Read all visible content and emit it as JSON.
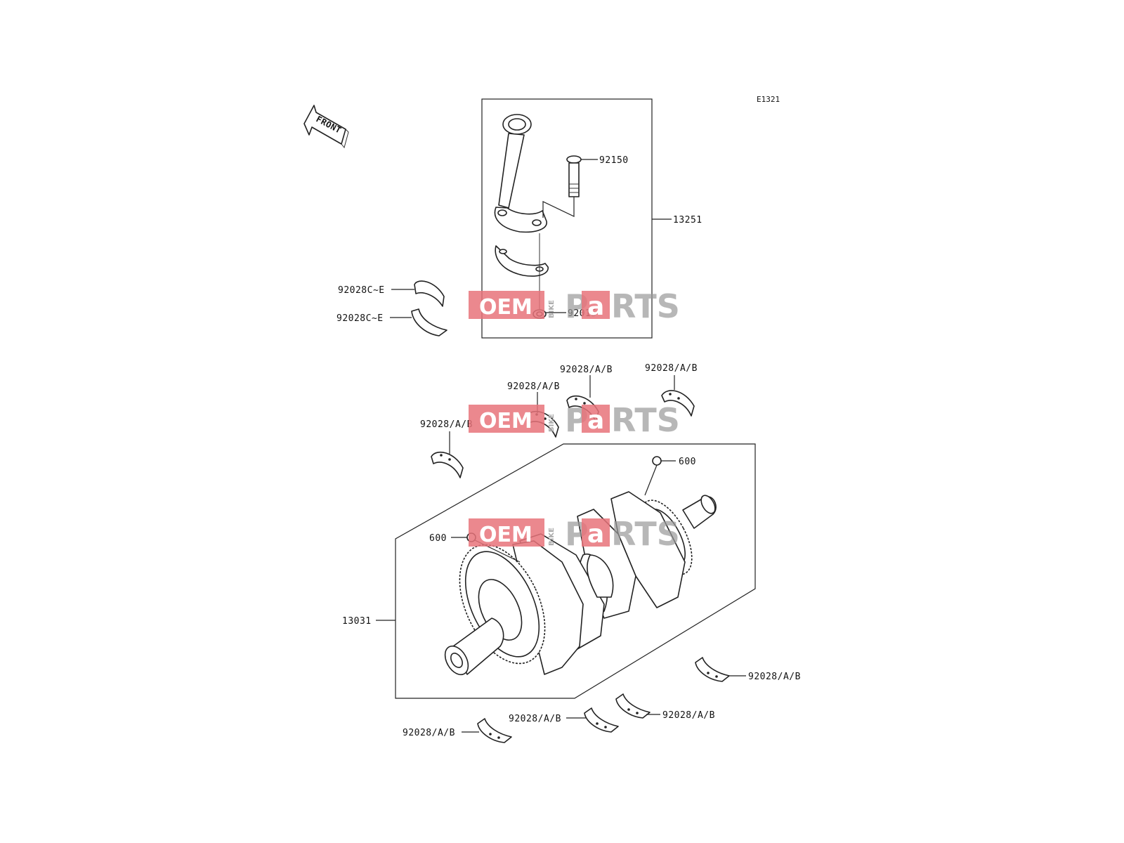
{
  "diagram": {
    "code": "E1321",
    "front_label": "FRONT",
    "labels": {
      "l13251": "13251",
      "l92150": "92150",
      "l92015": "92015",
      "l92028ce_a": "92028C~E",
      "l92028ce_b": "92028C~E",
      "l13031": "13031",
      "l600_a": "600",
      "l600_b": "600",
      "lab1": "92028/A/B",
      "lab2": "92028/A/B",
      "lab3": "92028/A/B",
      "lab4": "92028/A/B",
      "lab5": "92028/A/B",
      "lab6": "92028/A/B",
      "lab7": "92028/A/B",
      "lab8": "92028/A/B"
    }
  },
  "watermark": {
    "oem": "OEM",
    "bike": "BIKE",
    "p": "P",
    "a": "a",
    "rts": "RTS",
    "red_color": "#e8737a",
    "gray_color": "#9a9a9a"
  }
}
